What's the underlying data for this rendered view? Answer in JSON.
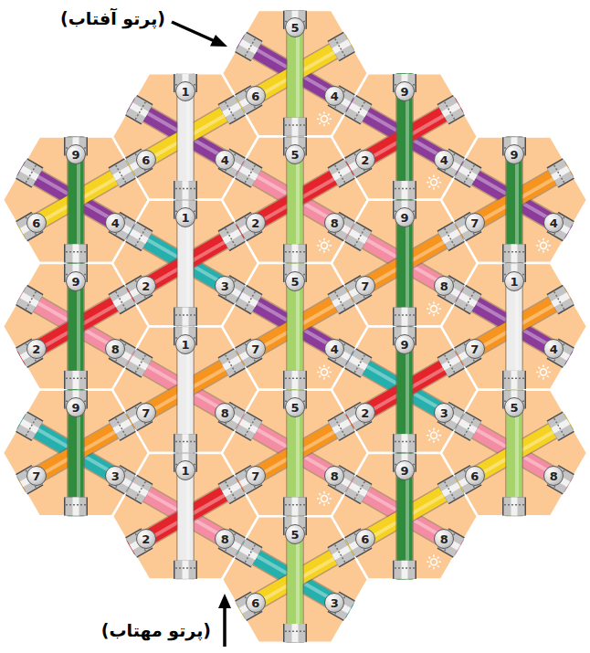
{
  "diagram": {
    "labels": [
      "(پرتو آفتاب)",
      "(پرتو مهتاب)",
      "9",
      "6",
      "4",
      "9",
      "2",
      "8",
      "9",
      "7",
      "3",
      "1",
      "6",
      "4",
      "1",
      "2",
      "3",
      "1",
      "7",
      "8",
      "1",
      "2",
      "8",
      "5",
      "6",
      "4",
      "5",
      "2",
      "8",
      "5",
      "7",
      "4",
      "5",
      "7",
      "8",
      "5",
      "6",
      "3",
      "9",
      "2",
      "4",
      "9",
      "7",
      "8",
      "9",
      "2",
      "3",
      "9",
      "6",
      "8",
      "9",
      "7",
      "4",
      "1",
      "7",
      "4",
      "5",
      "6",
      "8"
    ]
  }
}
